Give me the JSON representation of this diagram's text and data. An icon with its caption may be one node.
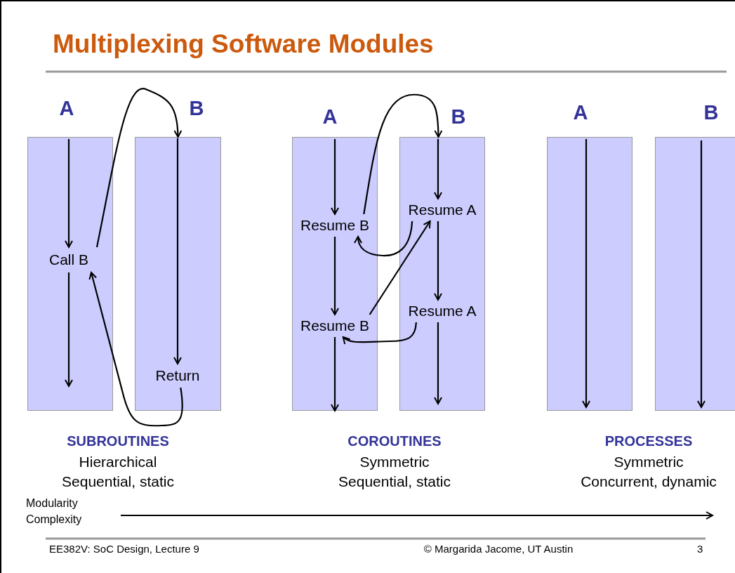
{
  "diagram": {
    "title": "Multiplexing Software Modules",
    "nodes": [
      {
        "text": [
          "A"
        ]
      },
      {
        "text": [
          "Call B"
        ],
        "in": 0
      },
      {
        "text": [
          "B"
        ]
      },
      {
        "text": [
          "Return"
        ],
        "in": 2
      },
      {
        "text": [
          "A"
        ]
      },
      {
        "text": [
          "Resume B"
        ],
        "in": 4
      },
      {
        "text": [
          "Resume B"
        ],
        "in": 4
      },
      {
        "text": [
          "B"
        ]
      },
      {
        "text": [
          "Resume A"
        ],
        "in": 7
      },
      {
        "text": [
          "Resume A"
        ],
        "in": 7
      },
      {
        "text": [
          "A"
        ]
      },
      {
        "text": [
          "B"
        ]
      }
    ],
    "edges": [
      {
        "from": null,
        "to": 1,
        "arrow": "to"
      },
      {
        "from": 1,
        "to": null,
        "arrow": "to"
      },
      {
        "from": 1,
        "to": 2,
        "arrow": "to"
      },
      {
        "from": null,
        "to": 3,
        "arrow": "to"
      },
      {
        "from": 3,
        "to": 1,
        "arrow": "to"
      },
      {
        "from": null,
        "to": 5,
        "arrow": "to"
      },
      {
        "from": 5,
        "to": 6,
        "arrow": "to"
      },
      {
        "from": 6,
        "to": null,
        "arrow": "to"
      },
      {
        "from": 5,
        "to": 7,
        "arrow": "to"
      },
      {
        "from": null,
        "to": 8,
        "arrow": "to"
      },
      {
        "from": 8,
        "to": 9,
        "arrow": "to"
      },
      {
        "from": 9,
        "to": null,
        "arrow": "to"
      },
      {
        "from": 8,
        "to": 5,
        "arrow": "to"
      },
      {
        "from": 6,
        "to": 8,
        "arrow": "to"
      },
      {
        "from": 9,
        "to": 6,
        "arrow": "to"
      }
    ],
    "labels": [
      "SUBROUTINES",
      "Hierarchical",
      "Sequential, static",
      "COROUTINES",
      "Symmetric",
      "Sequential, static",
      "PROCESSES",
      "Symmetric",
      "Concurrent, dynamic",
      "Modularity",
      "Complexity",
      "EE382V: SoC Design, Lecture 9",
      "© Margarida Jacome, UT Austin",
      "3"
    ]
  }
}
